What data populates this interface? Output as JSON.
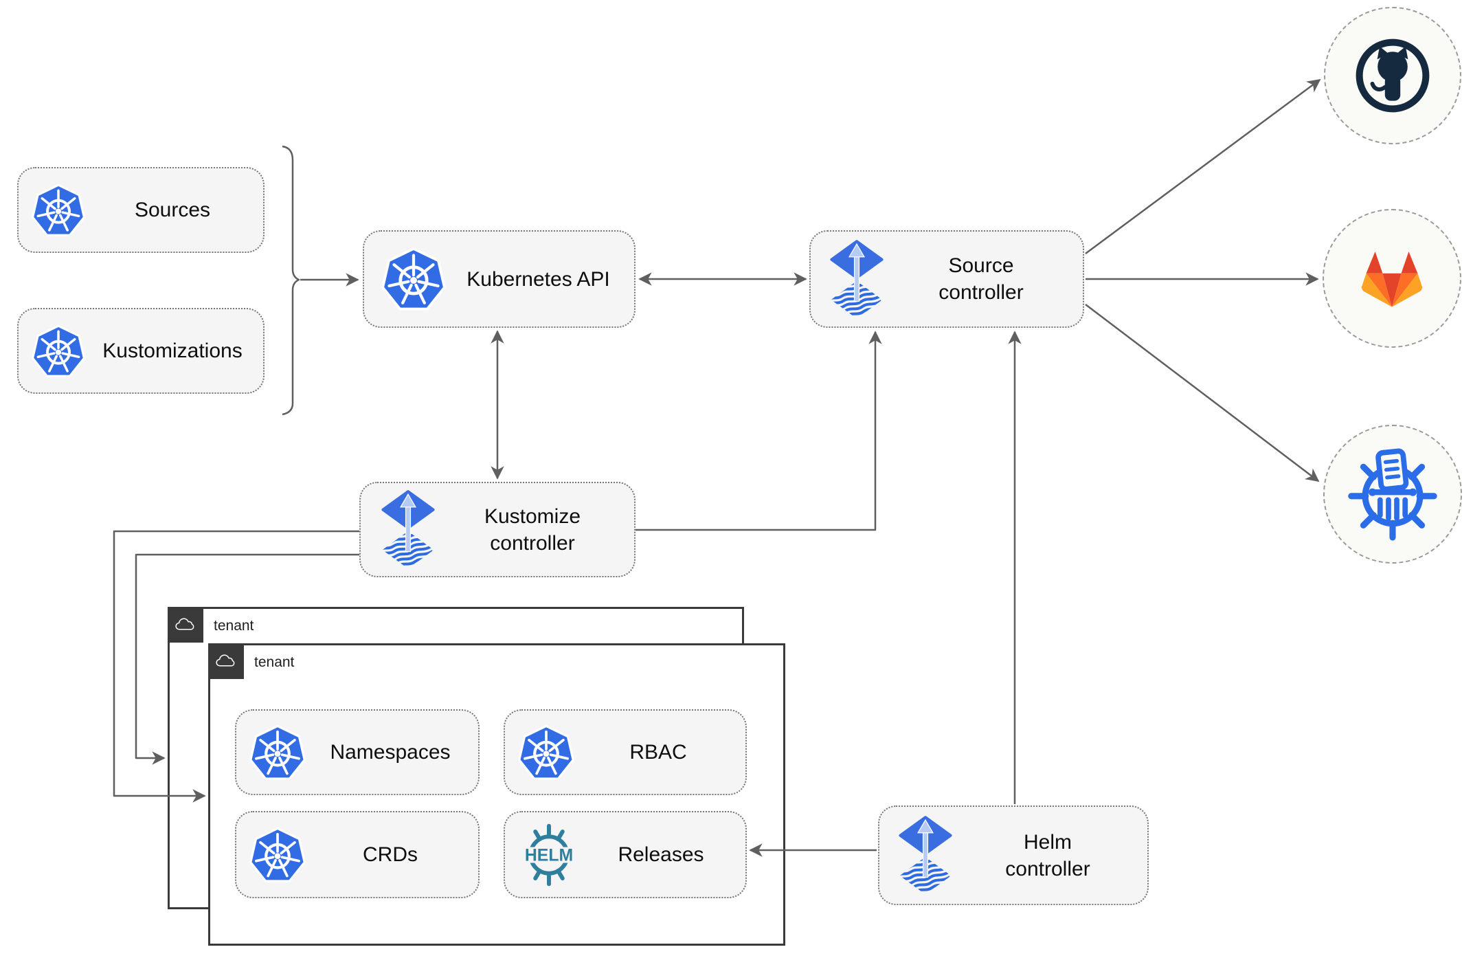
{
  "nodes": {
    "sources": {
      "label": "Sources",
      "icon": "kubernetes-icon"
    },
    "kustomizations": {
      "label": "Kustomizations",
      "icon": "kubernetes-icon"
    },
    "kubernetes_api": {
      "label": "Kubernetes API",
      "icon": "kubernetes-icon"
    },
    "source_controller": {
      "label": "Source\ncontroller",
      "icon": "flux-icon"
    },
    "kustomize_controller": {
      "label": "Kustomize\ncontroller",
      "icon": "flux-icon"
    },
    "helm_controller": {
      "label": "Helm\ncontroller",
      "icon": "flux-icon"
    },
    "namespaces": {
      "label": "Namespaces",
      "icon": "kubernetes-icon"
    },
    "rbac": {
      "label": "RBAC",
      "icon": "kubernetes-icon"
    },
    "crds": {
      "label": "CRDs",
      "icon": "kubernetes-icon"
    },
    "releases": {
      "label": "Releases",
      "icon": "helm-icon"
    }
  },
  "groups": {
    "tenant_outer": {
      "label": "tenant",
      "icon": "cloud-icon"
    },
    "tenant_inner": {
      "label": "tenant",
      "icon": "cloud-icon"
    }
  },
  "external_endpoints": [
    {
      "icon": "github-icon"
    },
    {
      "icon": "gitlab-icon"
    },
    {
      "icon": "chartmuseum-icon"
    }
  ],
  "helm_logo": {
    "text": "HELM"
  },
  "colors": {
    "kubernetes_blue": "#326ce5",
    "flux_blue": "#3a6ee0",
    "flux_arrow_light": "#b6cbf2",
    "helm_teal": "#2e7f9e",
    "github_dark": "#152a3e",
    "gitlab_red": "#e24329",
    "gitlab_orange": "#fc6d26",
    "gitlab_amber": "#fca326",
    "chartmuseum_blue": "#2b6de8",
    "node_fill": "#f5f5f5",
    "connector_gray": "#5f5f5f",
    "tenant_dark": "#3a3a3a"
  }
}
